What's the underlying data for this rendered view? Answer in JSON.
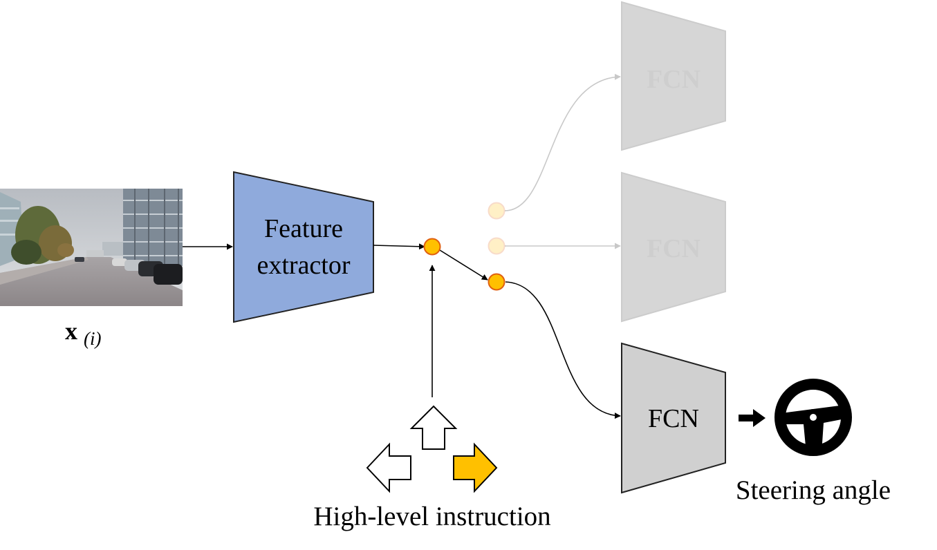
{
  "input": {
    "symbol_main": "x",
    "symbol_sub": "(i)"
  },
  "feature_extractor": {
    "line1": "Feature",
    "line2": "extractor"
  },
  "branches": [
    {
      "label": "FCN",
      "active": false
    },
    {
      "label": "FCN",
      "active": false
    },
    {
      "label": "FCN",
      "active": true
    }
  ],
  "instruction": {
    "label": "High-level instruction",
    "arrows": [
      "straight",
      "left",
      "right"
    ],
    "selected": "right"
  },
  "output": {
    "label": "Steering angle",
    "icon": "steering-wheel-icon"
  },
  "colors": {
    "extractor_fill": "#8faadc",
    "fcn_fill": "#d0d0d0",
    "switch_node": "#ffc000",
    "switch_node_stroke": "#e06010",
    "selected_arrow": "#ffc000"
  }
}
